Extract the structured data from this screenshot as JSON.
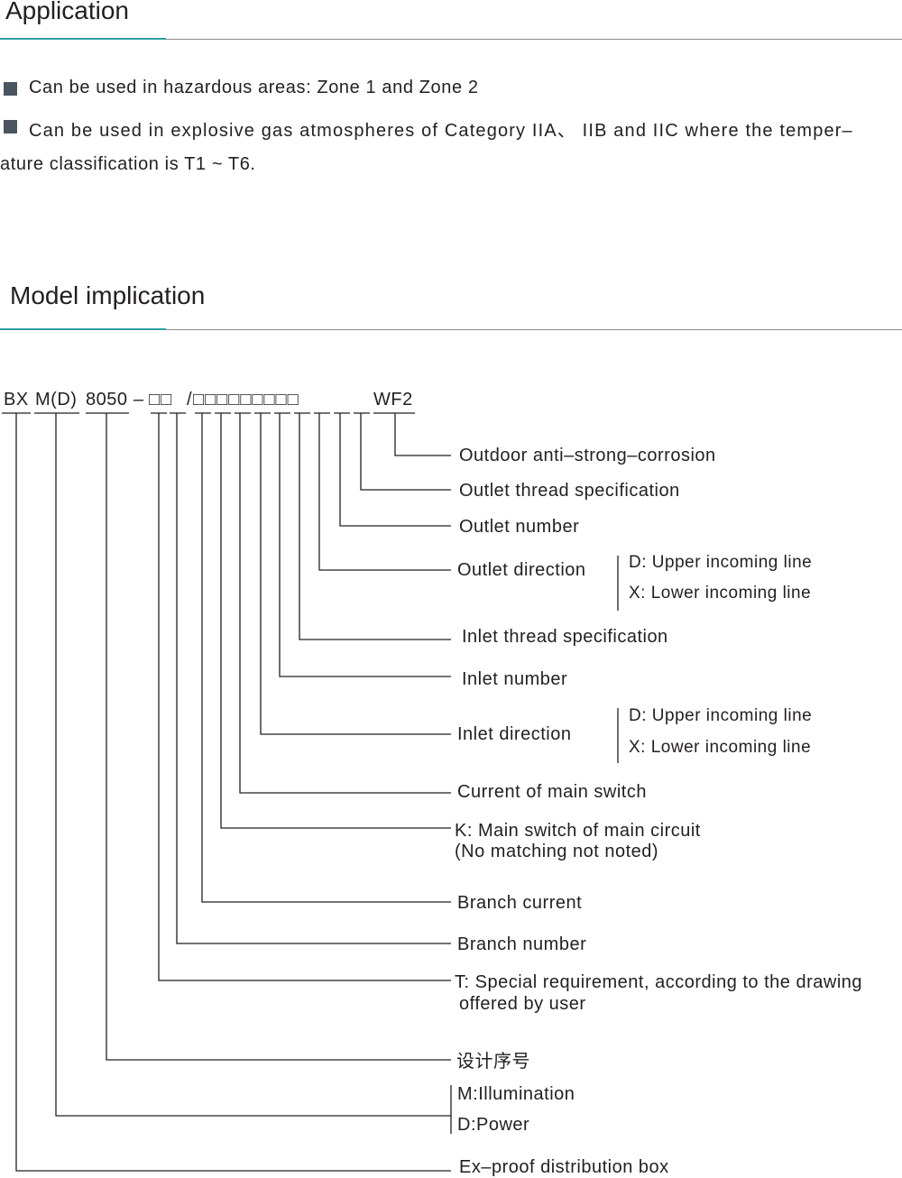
{
  "application": {
    "heading": "Application",
    "bullet1": "Can be used in hazardous areas: Zone 1 and Zone 2",
    "bullet2_line1": "Can be used in explosive gas atmospheres of Category IIA、 IIB and IIC where the temper–",
    "bullet2_line2": "ature classification is T1 ~ T6."
  },
  "model": {
    "heading": "Model implication",
    "code": {
      "bx": "BX",
      "md": "M(D)",
      "num": "8050",
      "dash": "–",
      "boxes_a": "□□",
      "slash": "/",
      "boxes_b": "□□□□□□□□□",
      "wf2": "WF2"
    },
    "labels": {
      "outdoor": "Outdoor anti–strong–corrosion",
      "outlet_thread": "Outlet thread specification",
      "outlet_number": "Outlet number",
      "outlet_direction": "Outlet direction",
      "outlet_d": "D: Upper incoming line",
      "outlet_x": "X: Lower incoming line",
      "inlet_thread": "Inlet thread specification",
      "inlet_number": "Inlet number",
      "inlet_direction": "Inlet direction",
      "inlet_d": "D: Upper incoming line",
      "inlet_x": "X: Lower incoming line",
      "current_main": "Current of main switch",
      "main_switch_1": "K: Main switch of main circuit",
      "main_switch_2": "(No matching not noted)",
      "branch_current": "Branch current",
      "branch_number": "Branch number",
      "special_1": "T: Special requirement, according to the drawing",
      "special_2": "offered by user",
      "design_serial": "设计序号",
      "m_illum": "M:Illumination",
      "d_power": "D:Power",
      "exproof": "Ex–proof distribution box"
    }
  },
  "colors": {
    "accent": "#2f9ea2",
    "rule": "#8c8c8c",
    "text": "#231f20",
    "bullet": "#4b5560"
  }
}
